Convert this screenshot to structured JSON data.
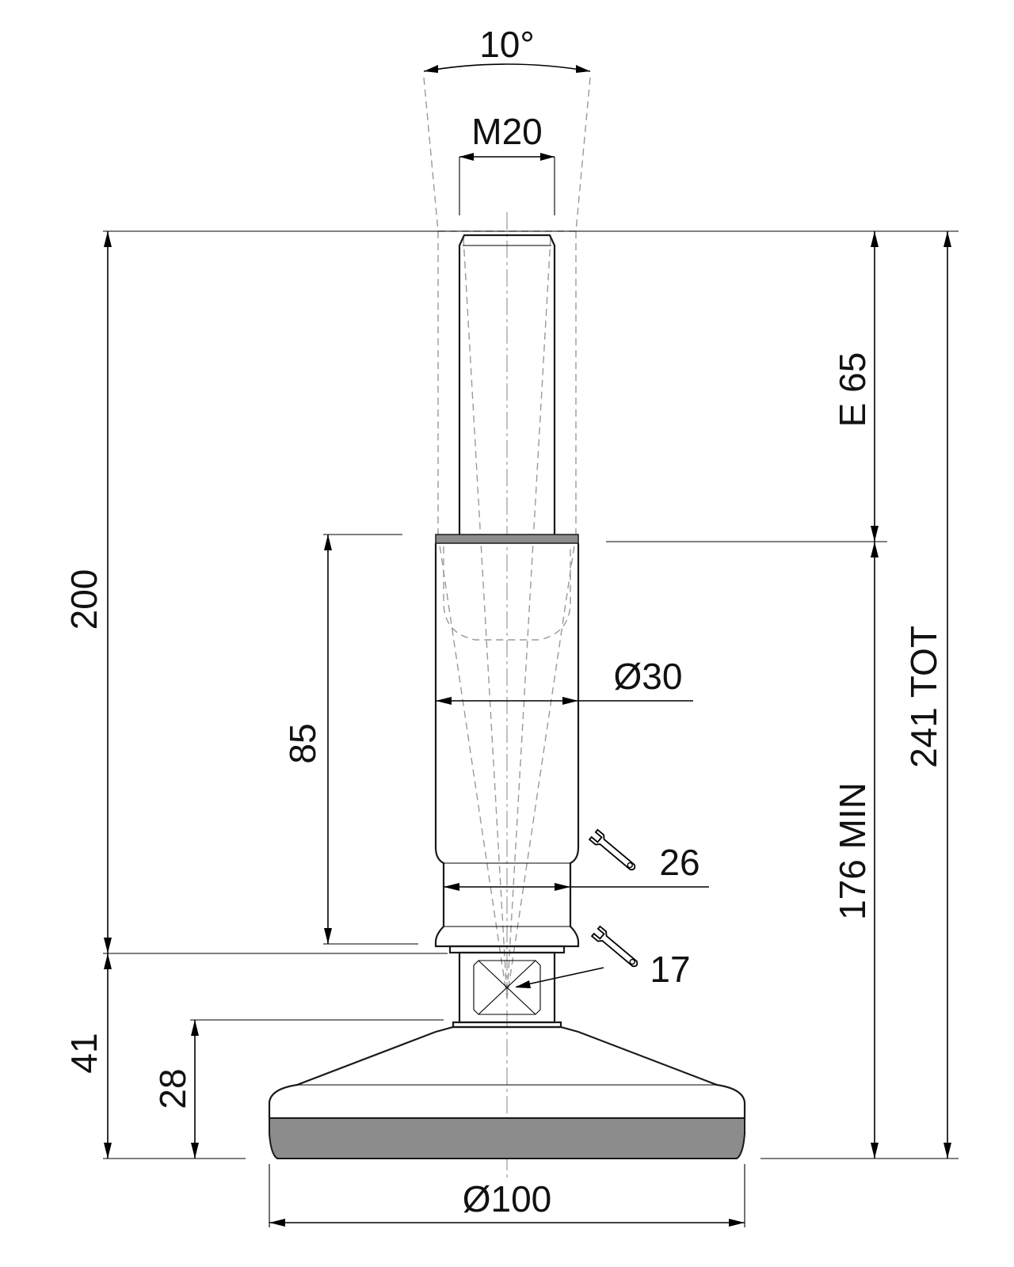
{
  "dimensions": {
    "angle": "10°",
    "thread": "M20",
    "total_height": "200",
    "stroke": "E 65",
    "total": "241 TOT",
    "min_height": "176 MIN",
    "body_length": "85",
    "body_diameter": "Ø30",
    "wrench_upper": "26",
    "wrench_lower": "17",
    "base_height": "41",
    "pad_height": "28",
    "base_diameter": "Ø100"
  },
  "colors": {
    "line": "#000000",
    "hidden": "#9a9a9a",
    "fill_dark": "#8c8c8c",
    "text": "#111111"
  }
}
